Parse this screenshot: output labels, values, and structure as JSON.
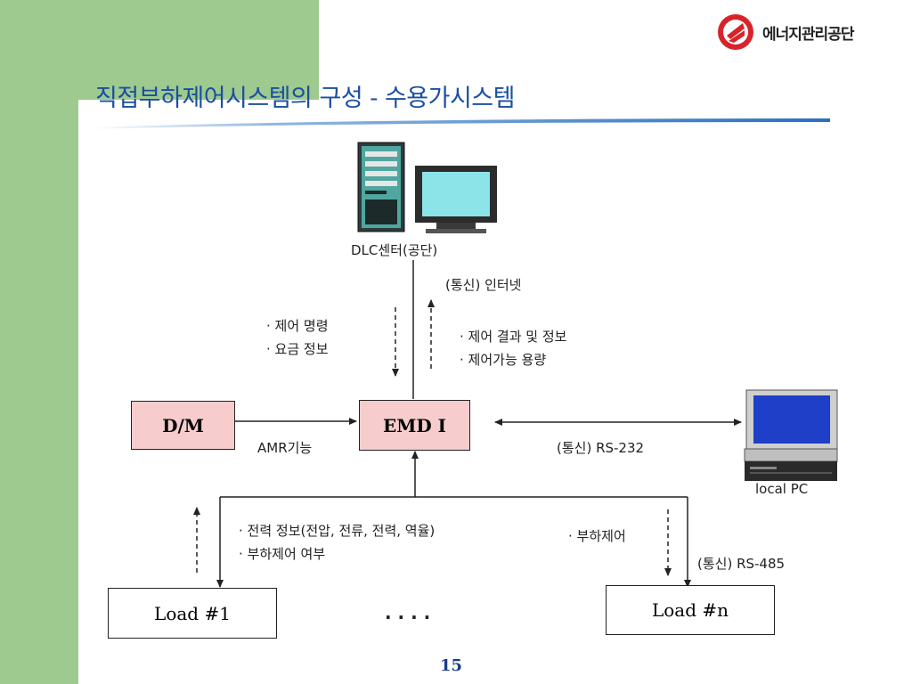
{
  "slide": {
    "title": "직접부하제어시스템의 구성 - 수용가시스템",
    "logo_text": "에너지관리공단",
    "page_number": "15"
  },
  "diagram": {
    "nodes": {
      "dlc_center": "DLC센터(공단)",
      "dm": "D/M",
      "emd": "EMD I",
      "local_pc": "local PC",
      "load_1": "Load #1",
      "load_n": "Load #n",
      "ellipsis": ". . . ."
    },
    "edges": {
      "dlc_comm": "(통신) 인터넷",
      "dm_emd": "AMR기능",
      "emd_pc": "(통신) RS-232",
      "load_comm": "(통신) RS-485"
    },
    "annotations": {
      "downlink": [
        "제어 명령",
        "요금 정보"
      ],
      "uplink": [
        "제어 결과 및 정보",
        "제어가능 용량"
      ],
      "load_up": [
        "전력 정보(전압, 전류, 전력, 역율)",
        "부하제어 여부"
      ],
      "load_down": [
        "부하제어"
      ]
    }
  },
  "colors": {
    "sidebar": "#9ec98f",
    "title": "#1a4fa0",
    "box_fill": "#f6cccc",
    "logo_red": "#d8232a"
  }
}
